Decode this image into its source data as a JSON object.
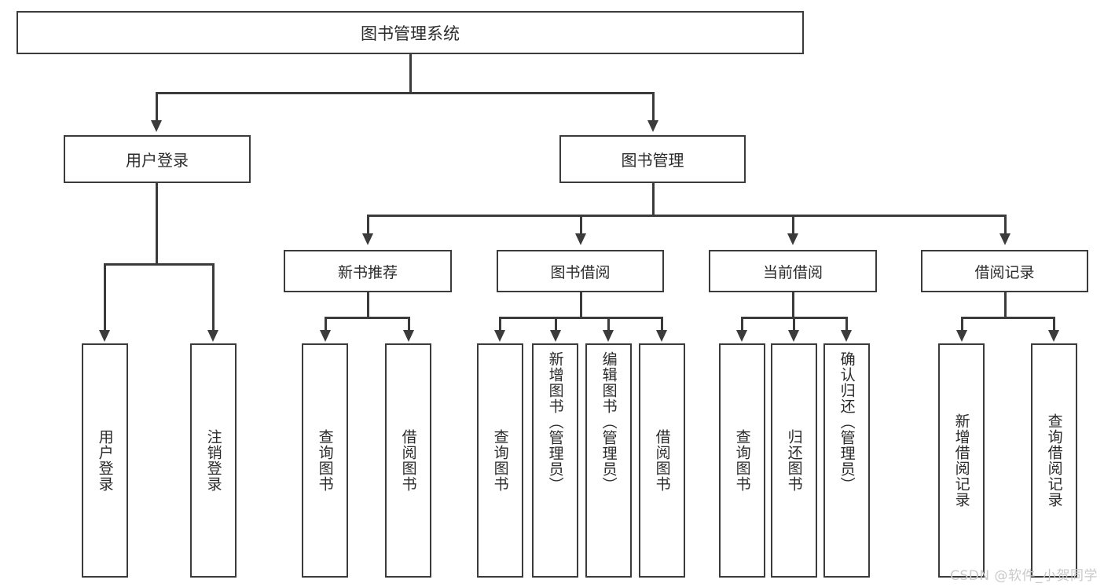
{
  "diagram": {
    "type": "tree-hierarchy",
    "title": "图书管理系统",
    "root": {
      "label": "图书管理系统"
    },
    "level1": [
      {
        "label": "用户登录"
      },
      {
        "label": "图书管理"
      }
    ],
    "level2": [
      {
        "label": "新书推荐"
      },
      {
        "label": "图书借阅"
      },
      {
        "label": "当前借阅"
      },
      {
        "label": "借阅记录"
      }
    ],
    "leaves": {
      "user_login": [
        {
          "label": "用户登录"
        },
        {
          "label": "注销登录"
        }
      ],
      "new_book": [
        {
          "label": "查询图书"
        },
        {
          "label": "借阅图书"
        }
      ],
      "book_borrow": [
        {
          "label": "查询图书"
        },
        {
          "label": "新增图书（管理员）"
        },
        {
          "label": "编辑图书（管理员）"
        },
        {
          "label": "借阅图书"
        }
      ],
      "current_borrow": [
        {
          "label": "查询图书"
        },
        {
          "label": "归还图书"
        },
        {
          "label": "确认归还（管理员）"
        }
      ],
      "borrow_record": [
        {
          "label": "新增借阅记录"
        },
        {
          "label": "查询借阅记录"
        }
      ]
    }
  },
  "watermark": {
    "text": "CSDN @软件_小贺同学"
  },
  "colors": {
    "stroke": "#3b3b3b",
    "fill": "#ffffff",
    "text": "#2b2b2b",
    "watermark": "#c9c9c9"
  }
}
